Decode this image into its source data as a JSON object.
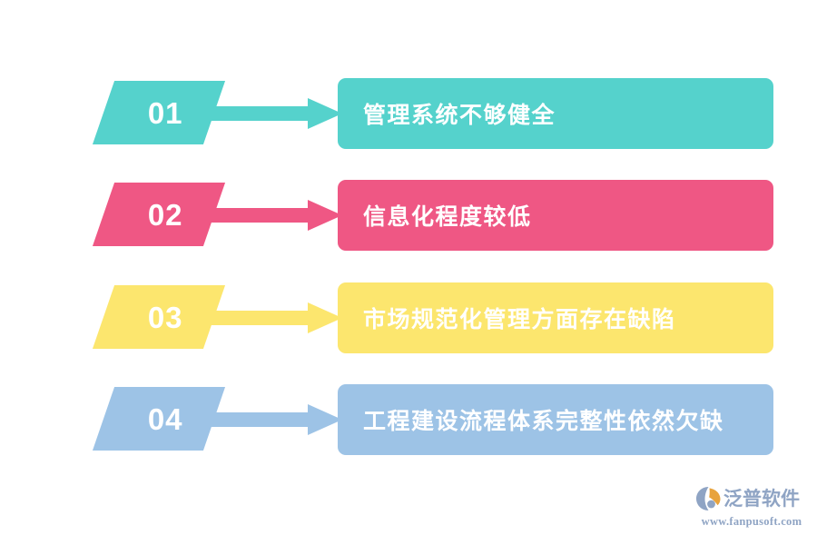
{
  "background_color": "#ffffff",
  "diagram": {
    "type": "numbered-arrow-list",
    "rows": [
      {
        "number": "01",
        "label": "管理系统不够健全",
        "color": "#55d2cc",
        "badge_name": "number-badge-01",
        "arrow_name": "arrow-01",
        "bar_name": "label-bar-01"
      },
      {
        "number": "02",
        "label": "信息化程度较低",
        "color": "#ef5784",
        "badge_name": "number-badge-02",
        "arrow_name": "arrow-02",
        "bar_name": "label-bar-02"
      },
      {
        "number": "03",
        "label": "市场规范化管理方面存在缺陷",
        "color": "#fce66e",
        "badge_name": "number-badge-03",
        "arrow_name": "arrow-03",
        "bar_name": "label-bar-03"
      },
      {
        "number": "04",
        "label": "工程建设流程体系完整性依然欠缺",
        "color": "#9dc3e6",
        "badge_name": "number-badge-04",
        "arrow_name": "arrow-04",
        "bar_name": "label-bar-04"
      }
    ]
  },
  "watermark": {
    "brand_name": "泛普软件",
    "url": "www.fanpusoft.com",
    "mark_color_blue": "#8fa4c4",
    "mark_color_orange": "#e8a33d",
    "text_color": "#8fa4c4"
  }
}
